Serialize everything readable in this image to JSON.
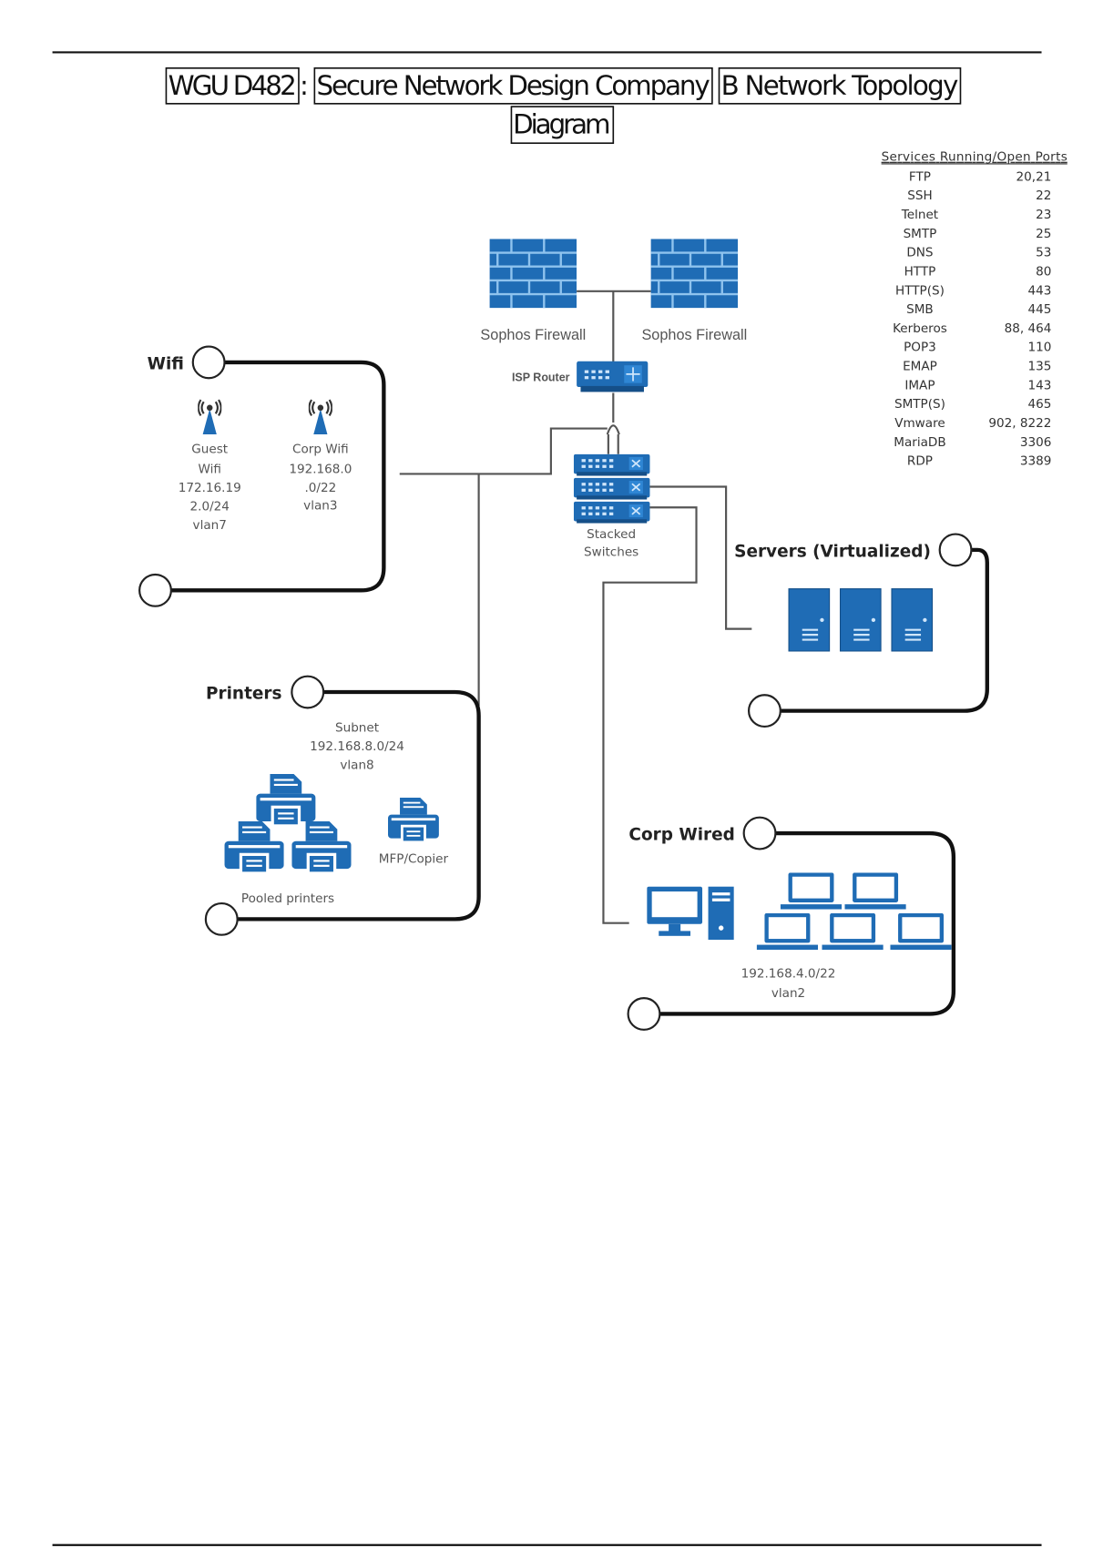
{
  "title": {
    "parts": [
      "WGU D482",
      ": ",
      "Secure Network Design Company",
      " ",
      "B Network Topology"
    ],
    "line2": "Diagram"
  },
  "services": {
    "header": "Services Running/Open Ports",
    "rows": [
      {
        "name": "FTP",
        "port": "20,21"
      },
      {
        "name": "SSH",
        "port": "22"
      },
      {
        "name": "Telnet",
        "port": "23"
      },
      {
        "name": "SMTP",
        "port": "25"
      },
      {
        "name": "DNS",
        "port": "53"
      },
      {
        "name": "HTTP",
        "port": "80"
      },
      {
        "name": "HTTP(S)",
        "port": "443"
      },
      {
        "name": "SMB",
        "port": "445"
      },
      {
        "name": "Kerberos",
        "port": "88, 464"
      },
      {
        "name": "POP3",
        "port": "110"
      },
      {
        "name": "EMAP",
        "port": "135"
      },
      {
        "name": "IMAP",
        "port": "143"
      },
      {
        "name": "SMTP(S)",
        "port": "465"
      },
      {
        "name": "Vmware",
        "port": "902, 8222"
      },
      {
        "name": "MariaDB",
        "port": "3306"
      },
      {
        "name": "RDP",
        "port": "3389"
      }
    ]
  },
  "core": {
    "firewall_left": "Sophos Firewall",
    "firewall_right": "Sophos Firewall",
    "router": "ISP Router",
    "switch_line1": "Stacked",
    "switch_line2": "Switches"
  },
  "wifi": {
    "label": "Wifi",
    "guest": [
      "Guest",
      "Wifi",
      "172.16.19",
      "2.0/24",
      "vlan7"
    ],
    "corp": [
      "Corp Wifi",
      "192.168.0",
      ".0/22",
      "vlan3"
    ]
  },
  "servers": {
    "label": "Servers (Virtualized)"
  },
  "printers": {
    "label": "Printers",
    "subnet": [
      "Subnet",
      "192.168.8.0/24",
      "vlan8"
    ],
    "mfp": "MFP/Copier",
    "pooled": "Pooled printers"
  },
  "corp_wired": {
    "label": "Corp Wired",
    "subnet": "192.168.4.0/22",
    "vlan": "vlan2"
  },
  "colors": {
    "icon_blue": "#1f6cb5",
    "icon_highlight": "#8fc3ee"
  }
}
